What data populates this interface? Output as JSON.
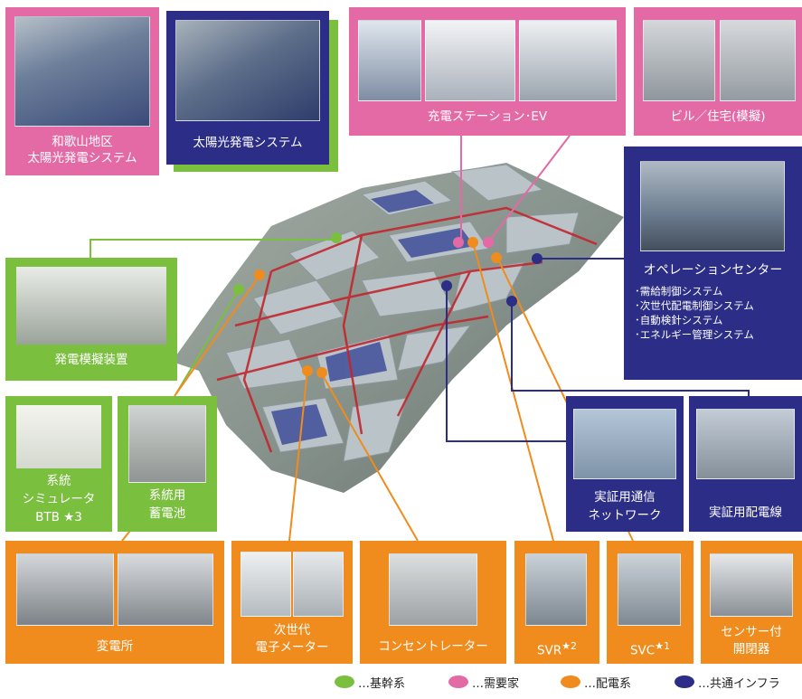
{
  "boxes": {
    "wakayama_solar": "和歌山地区\n太陽光発電システム",
    "solar_system": "太陽光発電システム",
    "charging_ev": "充電ステーション･EV",
    "building_house": "ビル／住宅(模擬)",
    "operation_center": "オペレーションセンター",
    "generator_sim": "発電模擬装置",
    "grid_simulator": "系統\nシミュレータ\nBTB ★3",
    "grid_battery": "系統用\n蓄電池",
    "comm_network": "実証用通信\nネットワーク",
    "distribution_line": "実証用配電線",
    "substation": "変電所",
    "smart_meter": "次世代\n電子メーター",
    "concentrator": "コンセントレーター",
    "svr": "SVR",
    "svr_star": "★2",
    "svc": "SVC",
    "svc_star": "★1",
    "sensor_switch": "センサー付\n開閉器"
  },
  "operation_items": [
    "･需給制御システム",
    "･次世代配電制御システム",
    "･自動検針システム",
    "･エネルギー管理システム"
  ],
  "legend": [
    {
      "label": "…基幹系",
      "color": "#7bbf3f"
    },
    {
      "label": "…需要家",
      "color": "#e46aa6"
    },
    {
      "label": "…配電系",
      "color": "#ef8c1d"
    },
    {
      "label": "…共通インフラ",
      "color": "#2b2d86"
    }
  ],
  "colors": {
    "green": "#7bbf3f",
    "pink": "#e46aa6",
    "orange": "#ef8c1d",
    "navy": "#2b2d86"
  }
}
